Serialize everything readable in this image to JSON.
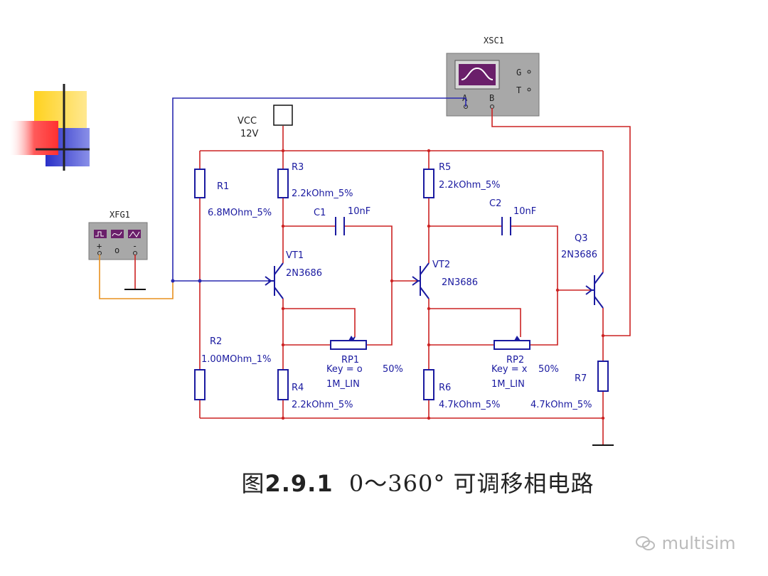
{
  "labels": {
    "xsc1": "XSC1",
    "xfg1": "XFG1",
    "vcc": "VCC",
    "vcc_value": "12V",
    "scope_g": "G",
    "scope_t": "T",
    "scope_a": "A",
    "scope_b": "B",
    "fg_plus": "+",
    "fg_common": "o",
    "fg_minus": "-",
    "r1": "R1",
    "r1_value": "6.8MOhm_5%",
    "r2": "R2",
    "r2_value": "1.00MOhm_1%",
    "r3": "R3",
    "r3_value": "2.2kOhm_5%",
    "r4": "R4",
    "r4_value": "2.2kOhm_5%",
    "r5": "R5",
    "r5_value": "2.2kOhm_5%",
    "r6": "R6",
    "r6_value": "4.7kOhm_5%",
    "r7": "R7",
    "r7_value": "4.7kOhm_5%",
    "c1": "C1",
    "c1_value": "10nF",
    "c2": "C2",
    "c2_value": "10nF",
    "vt1": "VT1",
    "vt1_model": "2N3686",
    "vt2": "VT2",
    "vt2_model": "2N3686",
    "q3": "Q3",
    "q3_model": "2N3686",
    "rp1": "RP1",
    "rp1_key": "Key = o",
    "rp1_pct": "50%",
    "rp1_type": "1M_LIN",
    "rp2": "RP2",
    "rp2_key": "Key = x",
    "rp2_pct": "50%",
    "rp2_type": "1M_LIN"
  },
  "caption": {
    "prefix": "图",
    "number": "2.9.1",
    "text": "0～360° 可调移相电路"
  },
  "watermark": "multisim",
  "colors": {
    "wire_red": "#cc2222",
    "wire_blue": "#2a2ab0",
    "wire_orange": "#e8901e",
    "component": "#1a1aa0",
    "instrument_bg": "#a8a8a8",
    "scope_screen": "#6a1f6a"
  }
}
